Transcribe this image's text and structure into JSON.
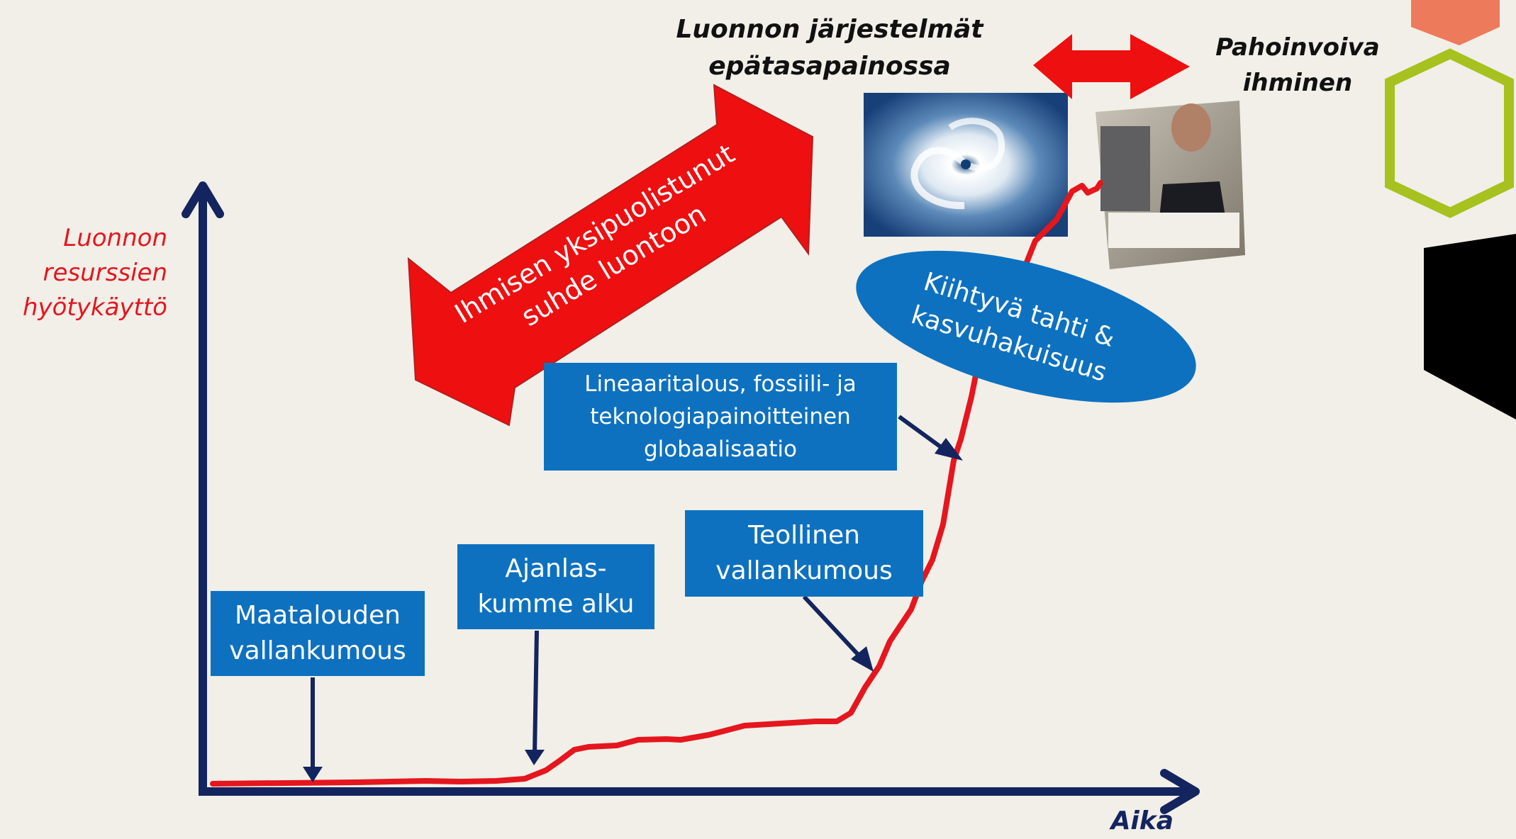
{
  "axes": {
    "y_label": "Luonnon\nresurssien\nhyötykäyttö",
    "x_label": "Aika"
  },
  "labels": {
    "nature": "Luonnon järjestelmät\nepätasapainossa",
    "human": "Pahoinvoiva\nihminen"
  },
  "boxes": {
    "agricultural": "Maatalouden\nvallankumous",
    "era": "Ajanlas-\nkumme alku",
    "industrial": "Teollinen\nvallankumous",
    "linear": "Lineaaritalous, fossiili- ja\nteknologiapainoitteinen\nglobaalisaatio"
  },
  "big_arrow_text": "Ihmisen yksipuolistunut\nsuhde luontoon",
  "ellipse_text": "Kiihtyvä tahti &\nkasvuhakuisuus",
  "colors": {
    "background": "#f1efe8",
    "axis": "#14245e",
    "curve": "#e5161e",
    "box": "#0d71bf",
    "accent_orange": "#ee7a5c",
    "accent_green": "#a7c11e"
  },
  "icons": {
    "hurricane": "hurricane-photo",
    "stressed_person": "stressed-person-photo"
  }
}
